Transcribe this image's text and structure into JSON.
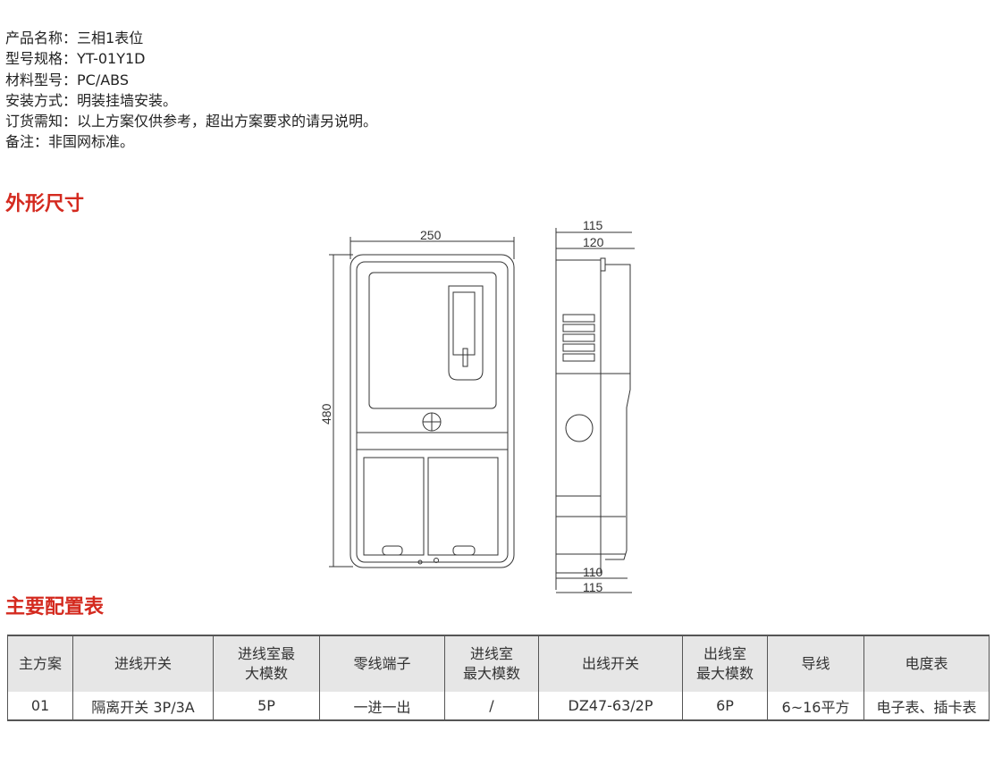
{
  "specs": [
    {
      "label": "产品名称：",
      "value": "三相1表位"
    },
    {
      "label": "型号规格：",
      "value": "YT-01Y1D"
    },
    {
      "label": "材料型号：",
      "value": "PC/ABS"
    },
    {
      "label": "安装方式：",
      "value": "明装挂墙安装。"
    },
    {
      "label": "订货需知：",
      "value": "以上方案仅供参考，超出方案要求的请另说明。"
    },
    {
      "label": "备注：",
      "value": "非国网标准。"
    }
  ],
  "section_dimensions": "外形尺寸",
  "section_config": "主要配置表",
  "dimensions": {
    "width": "250",
    "height": "480",
    "side_top_1": "115",
    "side_top_2": "120",
    "side_bottom_1": "110",
    "side_bottom_2": "115"
  },
  "table": {
    "headers": [
      "主方案",
      "进线开关",
      "进线室最\n大模数",
      "零线端子",
      "进线室\n最大模数",
      "出线开关",
      "出线室\n最大模数",
      "导线",
      "电度表"
    ],
    "rows": [
      [
        "01",
        "隔离开关 3P/3A",
        "5P",
        "一进一出",
        "/",
        "DZ47-63/2P",
        "6P",
        "6~16平方",
        "电子表、插卡表"
      ]
    ]
  }
}
